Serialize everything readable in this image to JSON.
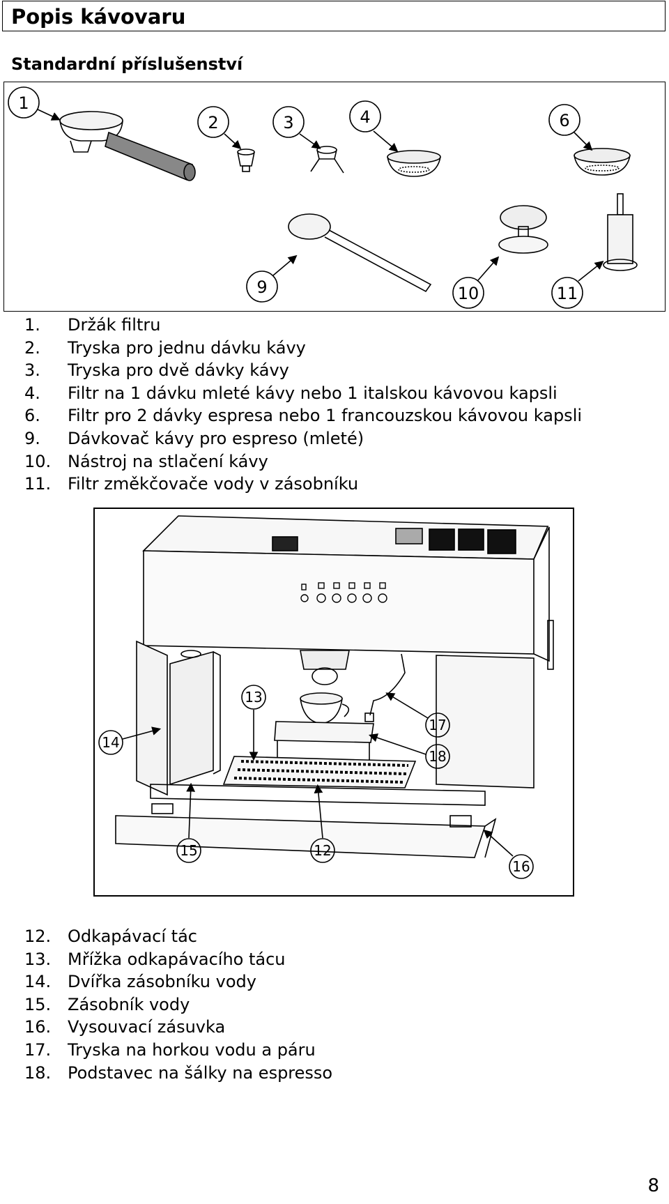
{
  "header": {
    "title": "Popis kávovaru"
  },
  "section": {
    "heading": "Standardní příslušenství"
  },
  "figure1": {
    "callouts": [
      "1",
      "2",
      "3",
      "4",
      "6",
      "9",
      "10",
      "11"
    ]
  },
  "list1": [
    {
      "num": "1.",
      "text": "Držák filtru"
    },
    {
      "num": "2.",
      "text": "Tryska pro jednu dávku kávy"
    },
    {
      "num": "3.",
      "text": "Tryska pro dvě dávky kávy"
    },
    {
      "num": "4.",
      "text": "Filtr na 1 dávku mleté kávy nebo 1 italskou kávovou kapsli"
    },
    {
      "num": "6.",
      "text": "Filtr pro 2 dávky espresa nebo 1 francouzskou kávovou kapsli"
    },
    {
      "num": "9.",
      "text": "Dávkovač kávy pro espreso (mleté)"
    },
    {
      "num": "10.",
      "text": "Nástroj na stlačení kávy"
    },
    {
      "num": "11.",
      "text": "Filtr změkčovače vody v zásobníku"
    }
  ],
  "figure2": {
    "callouts": [
      "12",
      "13",
      "14",
      "15",
      "16",
      "17",
      "18"
    ]
  },
  "list2": [
    {
      "num": "12.",
      "text": "Odkapávací tác"
    },
    {
      "num": "13.",
      "text": "Mřížka odkapávacího tácu"
    },
    {
      "num": "14.",
      "text": "Dvířka zásobníku vody"
    },
    {
      "num": "15.",
      "text": "Zásobník vody"
    },
    {
      "num": "16.",
      "text": "Vysouvací zásuvka"
    },
    {
      "num": "17.",
      "text": "Tryska na horkou vodu a páru"
    },
    {
      "num": "18.",
      "text": "Podstavec na šálky na espresso"
    }
  ],
  "footer": {
    "page_number": "8"
  }
}
